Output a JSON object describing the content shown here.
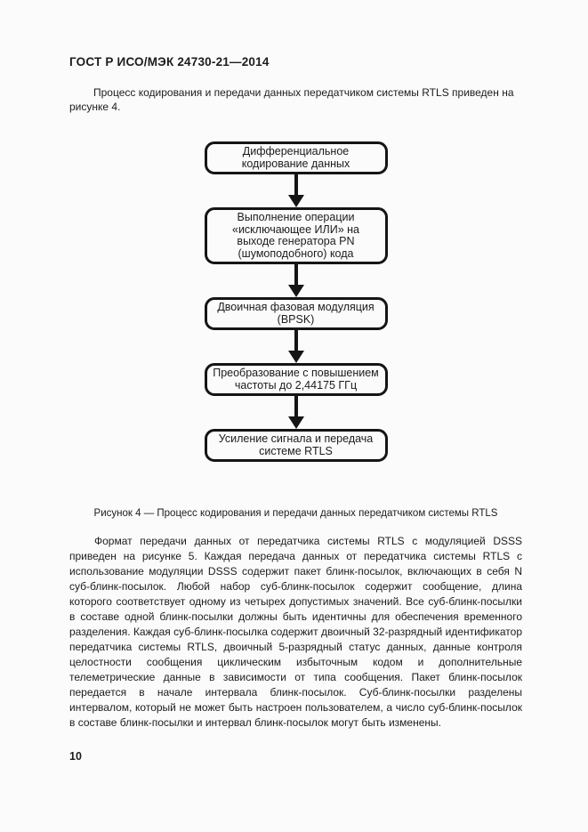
{
  "page": {
    "header": "ГОСТ Р ИСО/МЭК 24730-21—2014",
    "page_number": "10"
  },
  "intro": {
    "text": "Процесс кодирования и передачи данных передатчиком системы RTLS приведен на рисунке 4."
  },
  "flowchart": {
    "boxes": [
      {
        "label": "Дифференциальное кодирование данных"
      },
      {
        "label": "Выполнение операции «исключающее ИЛИ» на выходе генератора PN (шумоподобного) кода"
      },
      {
        "label": "Двоичная фазовая модуляция (BPSK)"
      },
      {
        "label": "Преобразование с повышением частоты до 2,44175 ГГц"
      },
      {
        "label": "Усиление сигнала и передача системе RTLS"
      }
    ],
    "caption": "Рисунок 4 — Процесс кодирования и передачи данных передатчиком системы RTLS"
  },
  "body": {
    "paragraph": "Формат передачи данных от передатчика системы RTLS с модуляцией DSSS приведен на рисунке 5. Каждая передача данных от передатчика системы RTLS с использование модуляции DSSS содержит пакет блинк-посылок, включающих в себя N суб-блинк-посылок. Любой набор суб-блинк-посылок содержит сообщение, длина которого соответствует одному из четырех допустимых значений. Все суб-блинк-посылки в составе одной блинк-посылки должны быть идентичны для обеспечения временного разделения. Каждая суб-блинк-посылка содержит двоичный 32-разрядный идентификатор передатчика системы RTLS, двоичный 5-разрядный статус данных, данные контроля целостности сообщения циклическим избыточным кодом и дополнительные телеметрические данные в зависимости от типа сообщения. Пакет блинк-посылок передается в начале интервала блинк-посылок. Суб-блинк-посылки разделены интервалом, который не может быть настроен пользователем, а число суб-блинк-посылок в составе блинк-посылки и интервал блинк-посылок могут быть изменены."
  },
  "colors": {
    "ink": "#1c1c1c",
    "paper": "#fbfbfb"
  }
}
